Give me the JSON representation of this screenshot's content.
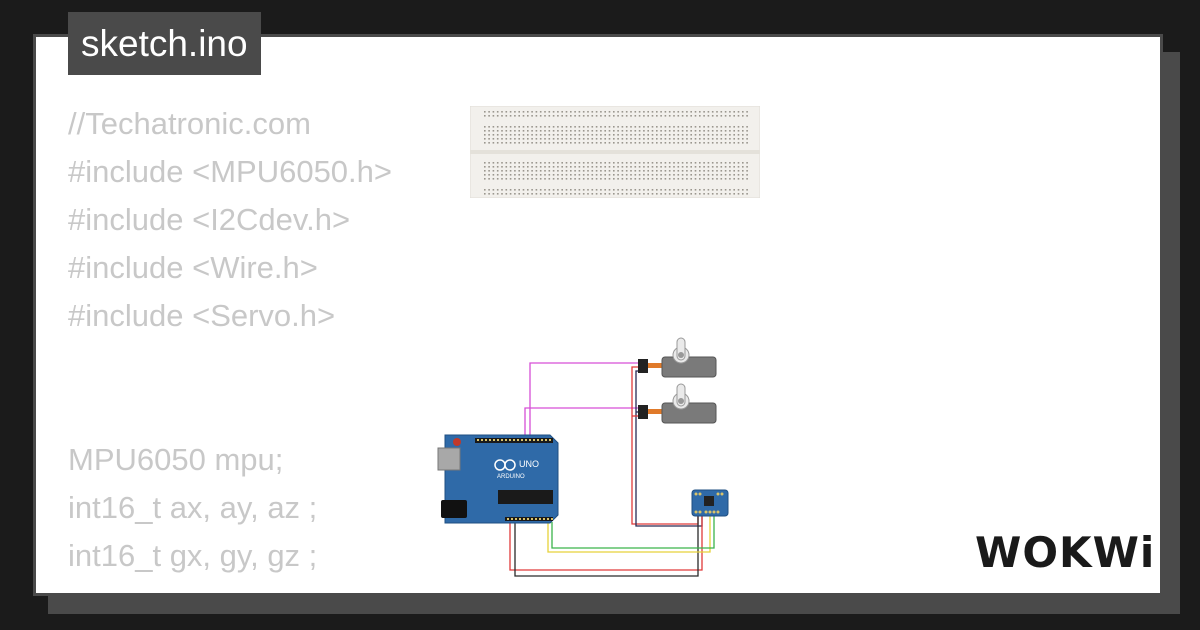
{
  "title": "sketch.ino",
  "code_lines": [
    "//Techatronic.com",
    "#include <MPU6050.h>",
    "#include <I2Cdev.h>",
    "#include <Wire.h>",
    "#include <Servo.h>",
    "",
    "",
    "MPU6050 mpu;",
    "int16_t ax, ay, az ;",
    "int16_t gx, gy, gz ;"
  ],
  "board": {
    "brand": "ARDUINO",
    "model": "UNO"
  },
  "logo": "WOKWi",
  "colors": {
    "frame": "#4a4a4a",
    "background": "#1b1b1b",
    "code_text": "#c8c8c8",
    "board_blue": "#2f6aa8",
    "wire_magenta": "#d64fd6",
    "wire_red": "#e03a3a",
    "wire_yellow": "#e6d23a",
    "wire_green": "#3bb34a",
    "wire_dark": "#2a2a55"
  }
}
